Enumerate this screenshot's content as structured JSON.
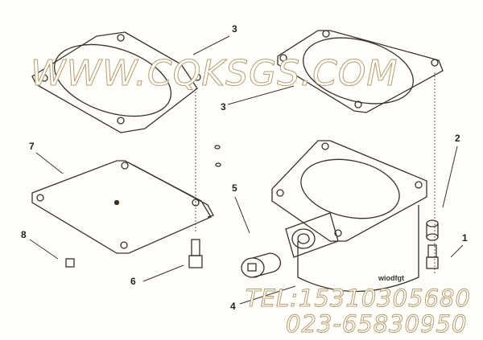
{
  "callouts": {
    "c3a": "3",
    "c3b": "3",
    "c7": "7",
    "c2": "2",
    "c5": "5",
    "c1": "1",
    "c8": "8",
    "c6": "6",
    "c4": "4"
  },
  "part_label": "wiodfgt",
  "watermark": {
    "url": "WWW.CQKSGS.COM",
    "tel": "TEL:15310305680",
    "phone": "023-65830950"
  },
  "colors": {
    "line": "#3a3226",
    "watermark": "#b89c6e"
  }
}
